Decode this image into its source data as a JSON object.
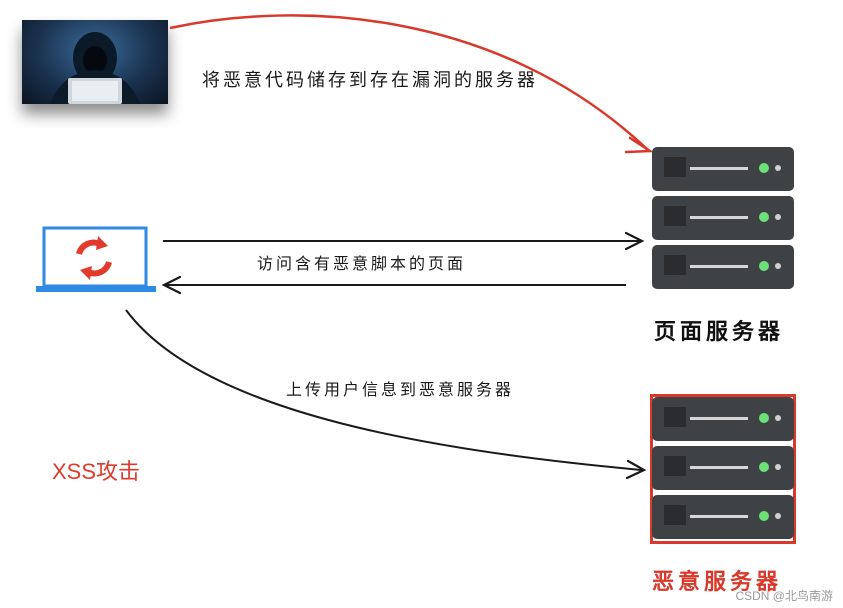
{
  "labels": {
    "store_code": "将恶意代码储存到存在漏洞的服务器",
    "visit_page": "访问含有恶意脚本的页面",
    "upload_info": "上传用户信息到恶意服务器",
    "page_server": "页面服务器",
    "evil_server": "恶意服务器",
    "diagram_title": "XSS攻击",
    "watermark": "CSDN @北鸟南游"
  },
  "colors": {
    "accent_red": "#d8392b",
    "laptop_blue": "#2f8ae6",
    "server_dark": "#3f4244",
    "led_green": "#6ee07a"
  },
  "icons": {
    "attacker": "hacker-photo",
    "client": "laptop-refresh-icon",
    "page_server": "server-rack-icon",
    "evil_server": "server-rack-icon"
  }
}
